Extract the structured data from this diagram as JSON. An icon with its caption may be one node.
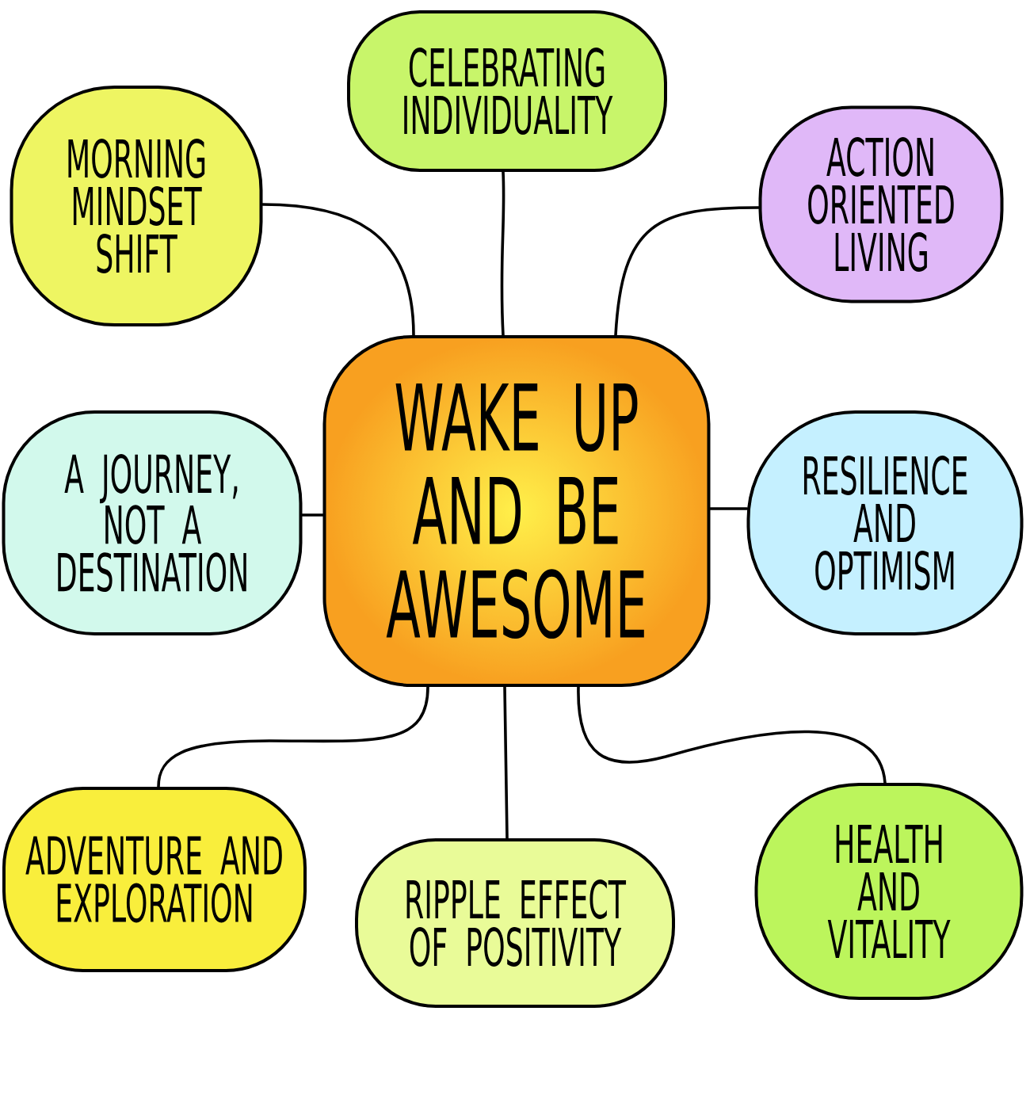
{
  "diagram": {
    "nodes": [
      {
        "text": [
          "CELEBRATING INDIVIDUALITY"
        ]
      },
      {
        "text": [
          "MORNING MINDSET SHIFT"
        ]
      },
      {
        "text": [
          "ACTION ORIENTED LIVING"
        ]
      },
      {
        "text": [
          "WAKE UP AND BE AWESOME"
        ]
      },
      {
        "text": [
          "A JOURNEY, NOT A DESTINATION"
        ]
      },
      {
        "text": [
          "RESILIENCE AND OPTIMISM"
        ]
      },
      {
        "text": [
          "ADVENTURE AND EXPLORATION"
        ]
      },
      {
        "text": [
          "RIPPLE EFFECT OF POSITIVITY"
        ]
      },
      {
        "text": [
          "HEALTH AND VITALITY"
        ]
      }
    ],
    "edges": [
      {
        "from": 3,
        "to": 0,
        "arrow": "none"
      },
      {
        "from": 3,
        "to": 1,
        "arrow": "none"
      },
      {
        "from": 3,
        "to": 2,
        "arrow": "none"
      },
      {
        "from": 3,
        "to": 4,
        "arrow": "none"
      },
      {
        "from": 3,
        "to": 5,
        "arrow": "none"
      },
      {
        "from": 3,
        "to": 6,
        "arrow": "none"
      },
      {
        "from": 3,
        "to": 7,
        "arrow": "none"
      },
      {
        "from": 3,
        "to": 8,
        "arrow": "none"
      }
    ]
  }
}
